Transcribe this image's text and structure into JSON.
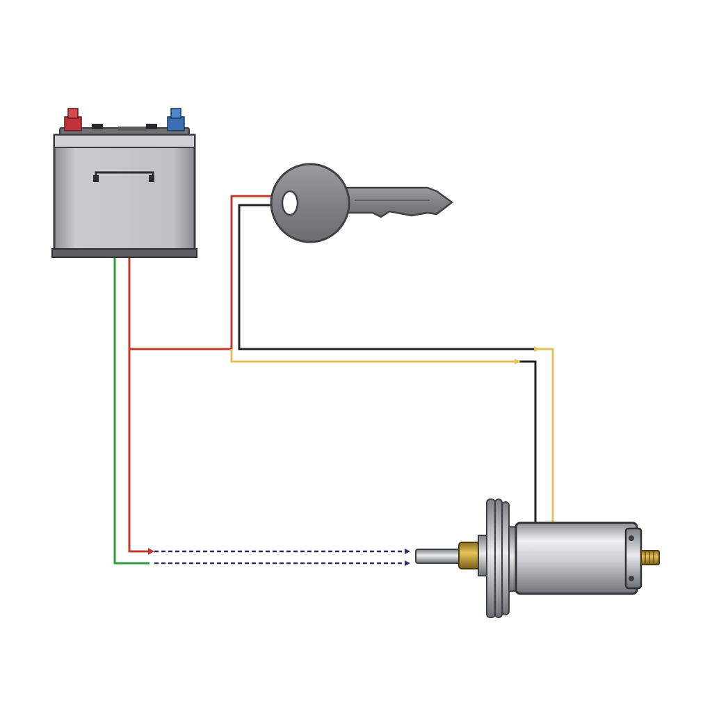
{
  "diagram": {
    "components": [
      {
        "id": "battery",
        "icon": "car-battery-icon"
      },
      {
        "id": "key",
        "icon": "ignition-key-icon"
      },
      {
        "id": "starter",
        "icon": "starter-motor-icon"
      }
    ],
    "wire_colors": {
      "red": "#c0392b",
      "green": "#2e9b3e",
      "black": "#222222",
      "yellow": "#e2c15a",
      "dashed": "#2b2f6e"
    },
    "terminal_colors": {
      "positive": "#c0323a",
      "negative": "#3a6fb5"
    }
  }
}
